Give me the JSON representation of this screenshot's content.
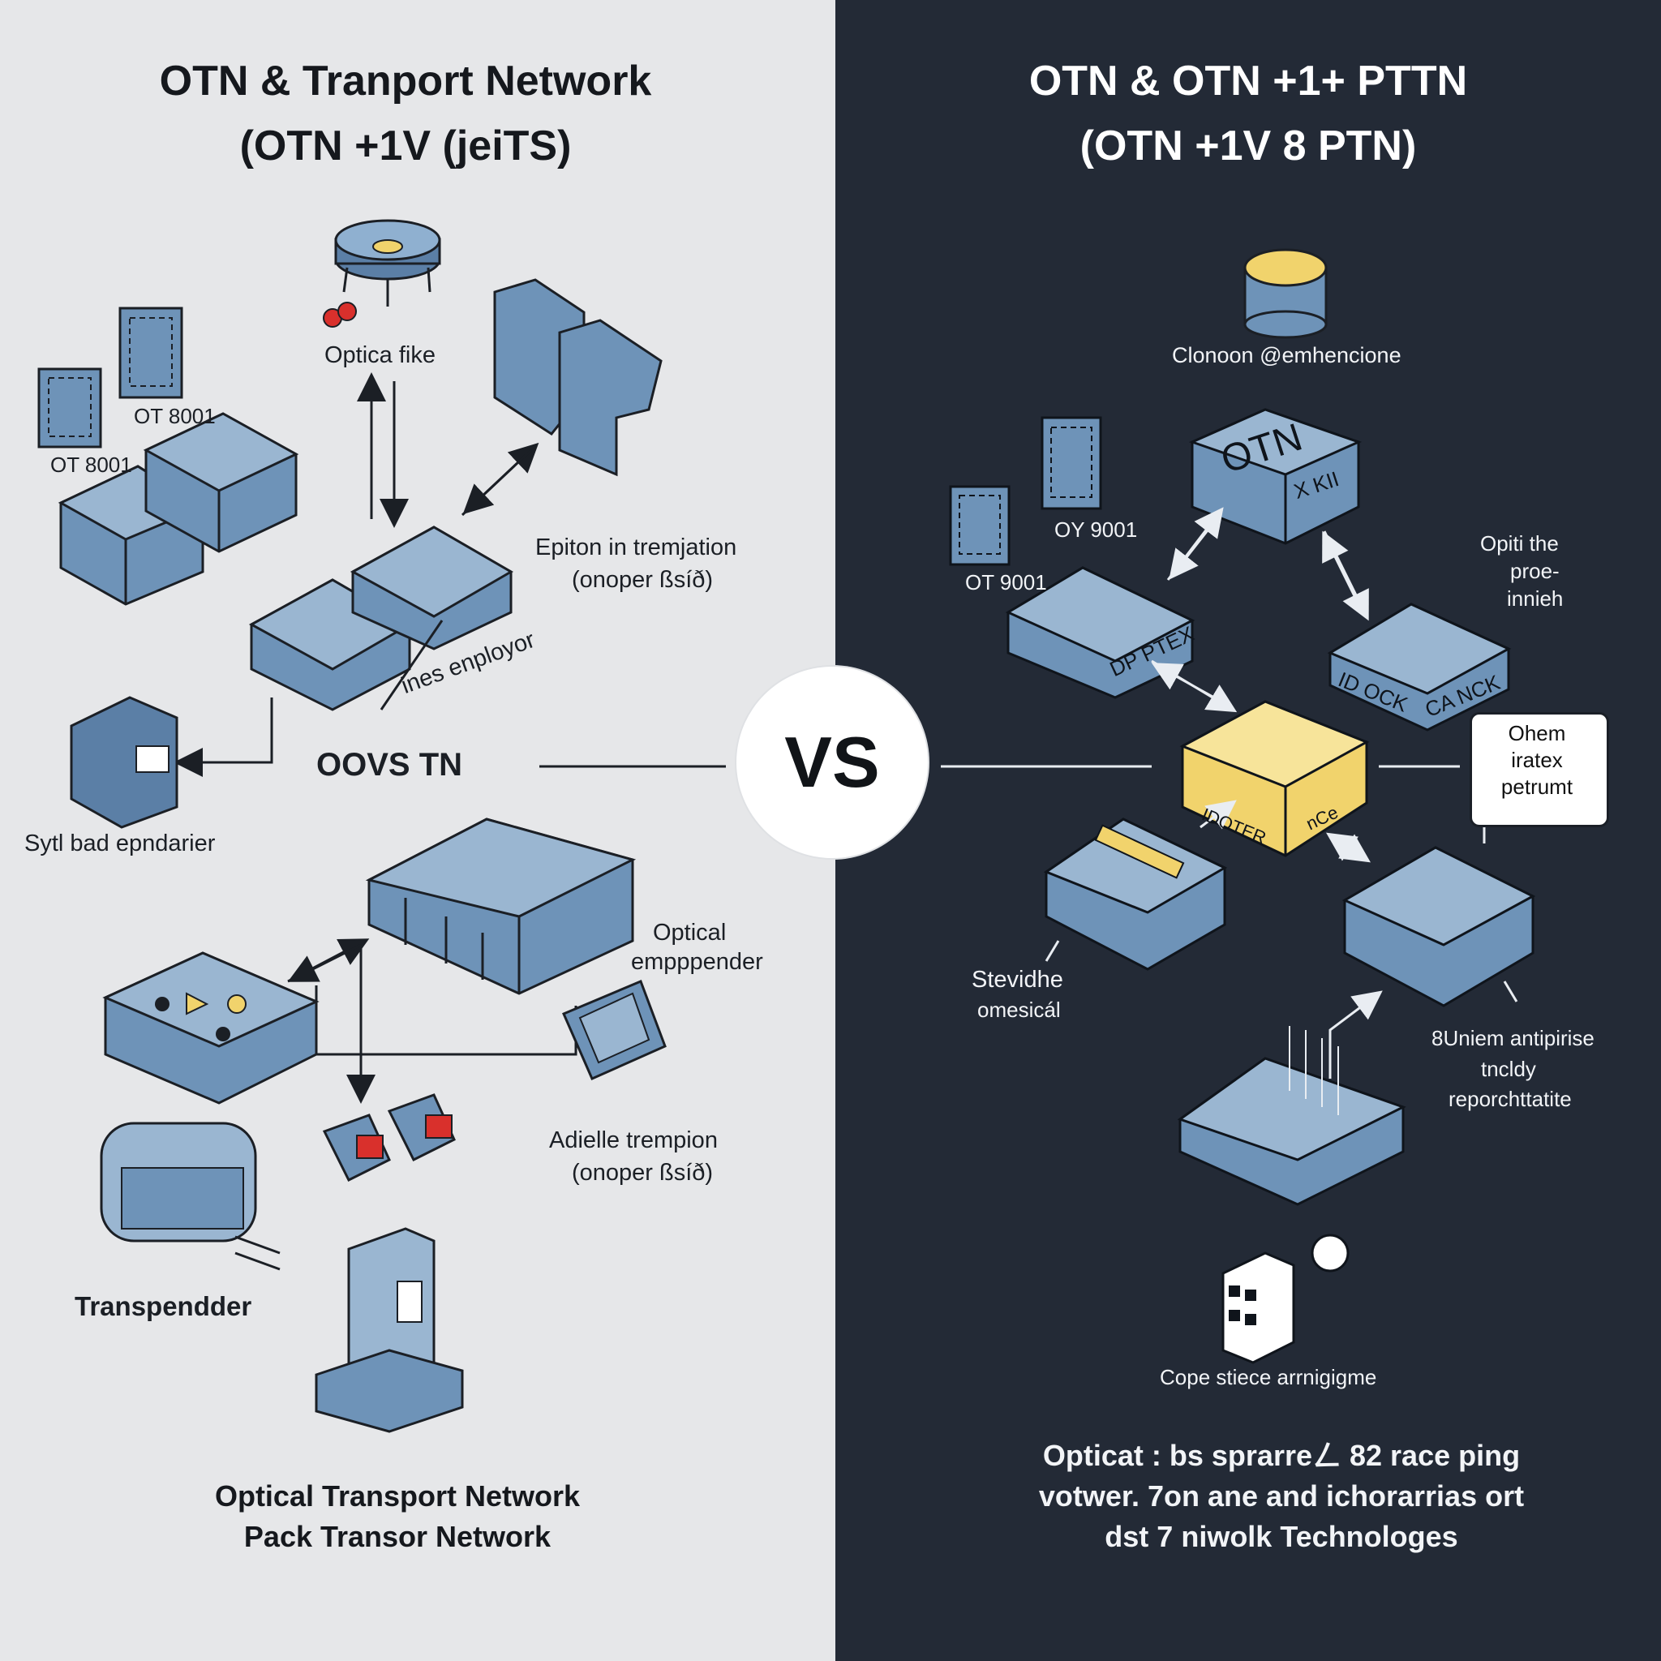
{
  "left": {
    "title_line1": "OTN & Tranport Network",
    "title_line2": "(OTN +1V (jeiTS)",
    "labels": {
      "optical_fiber": "Optica fike",
      "device_a": "OT 8001",
      "device_b": "OT 8001",
      "epiton_line1": "Epiton in tremjation",
      "epiton_line2": "(onoper ßsíð)",
      "ines_employer": "ines enployor",
      "oovs_tn": "OOVS TN",
      "sytl_bad": "Sytl bad epndarier",
      "optical_emp_line1": "Optical",
      "optical_emp_line2": "empppender",
      "adielle_line1": "Adielle trempion",
      "adielle_line2": "(onoper ßsíð)",
      "transponder": "Transpendder"
    },
    "footer_line1": "Optical Transport Network",
    "footer_line2": "Pack Transor Network"
  },
  "vs_label": "VS",
  "right": {
    "title_line1": "OTN & OTN +1+ PTTN",
    "title_line2": "(OTN +1V 8 PTN)",
    "labels": {
      "cloud_gateway": "Clonoon @emhencione",
      "otn_box": "OTN",
      "otn_box_sub": "X KII",
      "ot_9001": "OT 9001",
      "oy_9001": "OY 9001",
      "dp_ptex": "DP PTEX",
      "opiti_line1": "Opiti the",
      "opiti_line2": "proe-",
      "opiti_line3": "innieh",
      "id_ock": "ID OCK",
      "ca_nck": "CA NCK",
      "core_left": "IDOTER",
      "core_right": "nCe",
      "ohem_line1": "Ohem",
      "ohem_line2": "iratex",
      "ohem_line3": "petrumt",
      "stevidhe_line1": "Stevidhe",
      "stevidhe_line2": "omesicál",
      "enterprise_line1": "8Uniem antipirise",
      "enterprise_line2": "tncldy",
      "enterprise_line3": "reporchttatite",
      "cope_stice": "Cope stiece arrnigigme"
    },
    "footer_line1": "Opticat : bs sprarreㄥ 82 race ping",
    "footer_line2": "votwer. 7on ane and ichorarrias ort",
    "footer_line3": "dst 7 niwolk Technologes"
  },
  "colors": {
    "left_bg": "#e6e7e9",
    "right_bg": "#232a36",
    "device_blue": "#6e93b8",
    "device_blue_top": "#9ab6d1",
    "core_yellow": "#f1d36c",
    "accent_red": "#d9302c"
  }
}
